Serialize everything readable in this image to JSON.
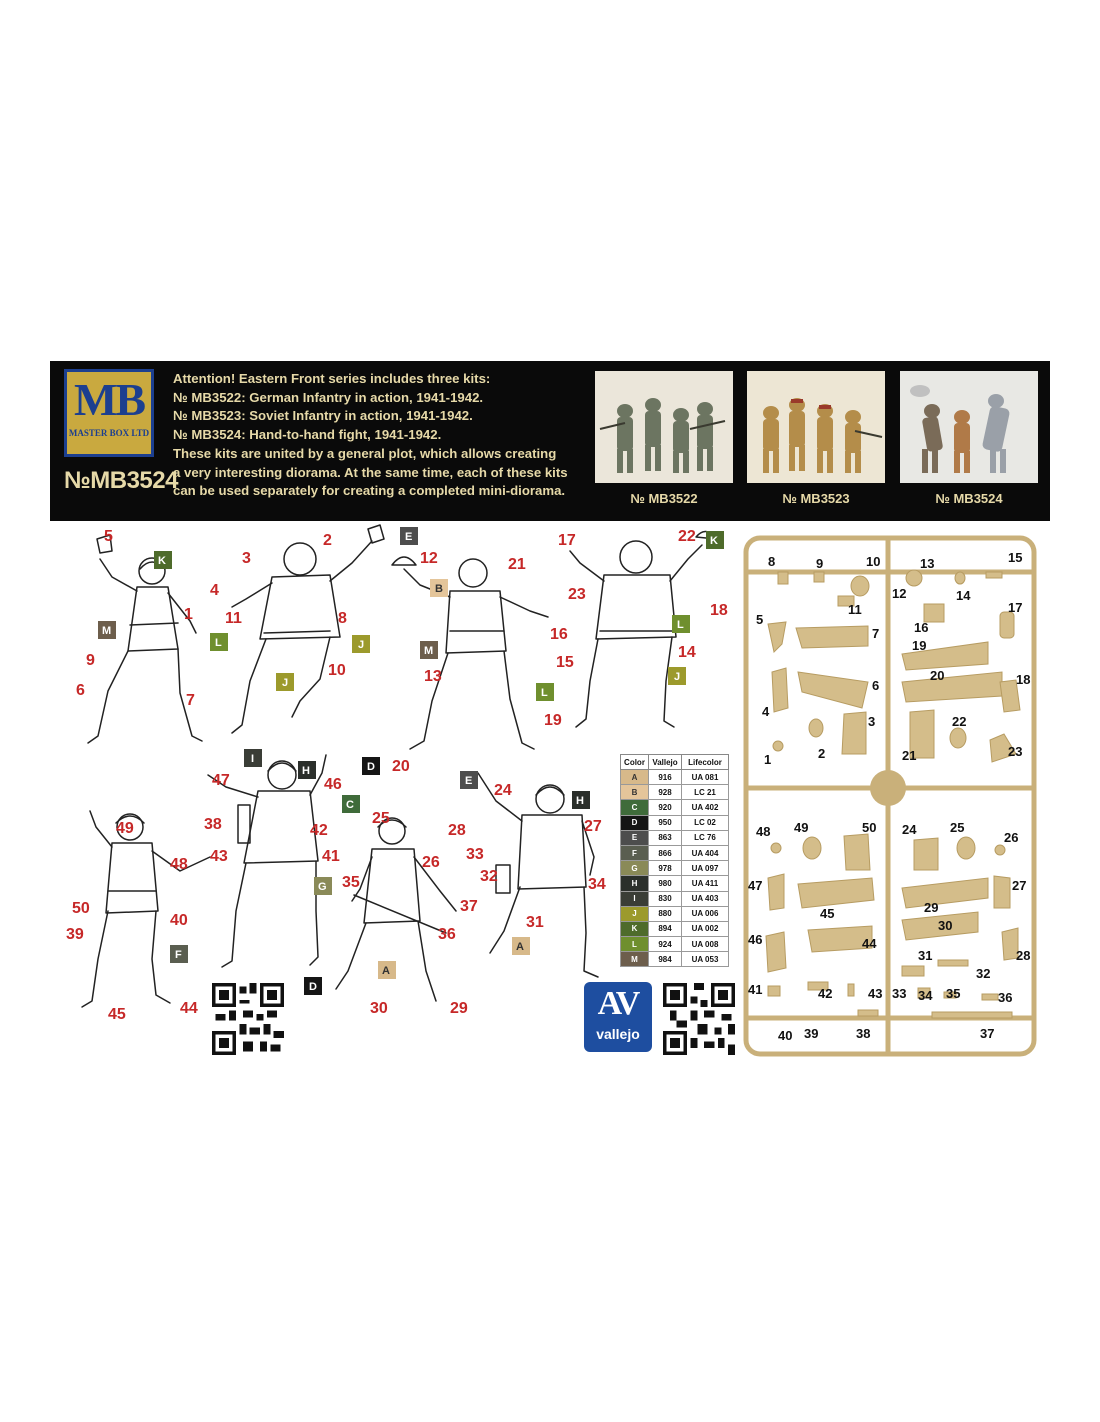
{
  "header": {
    "logo_text": "MB",
    "logo_sub": "MASTER BOX LTD",
    "kit_number": "№MB3524",
    "lines": [
      "Attention!  Eastern Front series includes three kits:",
      "№ MB3522: German Infantry in action, 1941-1942.",
      "№ MB3523: Soviet Infantry in action, 1941-1942.",
      "№ MB3524: Hand-to-hand fight, 1941-1942.",
      "These kits are united by a general plot, which allows creating",
      "a very interesting diorama. At the same time, each of these kits",
      "can be used separately for creating a completed mini-diorama."
    ],
    "kits": [
      {
        "caption": "№ MB3522"
      },
      {
        "caption": "№ MB3523"
      },
      {
        "caption": "№ MB3524"
      }
    ]
  },
  "figure_labels": [
    "1",
    "2",
    "3",
    "4",
    "5",
    "6",
    "7",
    "8",
    "9",
    "10",
    "11",
    "12",
    "13",
    "14",
    "15",
    "16",
    "17",
    "18",
    "19",
    "20",
    "21",
    "22",
    "23",
    "24",
    "25",
    "26",
    "27",
    "28",
    "29",
    "30",
    "31",
    "32",
    "33",
    "34",
    "35",
    "36",
    "37",
    "38",
    "39",
    "40",
    "41",
    "42",
    "43",
    "44",
    "45",
    "46",
    "47",
    "48",
    "49",
    "50"
  ],
  "color_table": {
    "headers": [
      "Color",
      "Vallejo",
      "Lifecolor"
    ],
    "rows": [
      {
        "code": "A",
        "vallejo": "916",
        "lifecolor": "UA 081",
        "hex": "#d7b98a"
      },
      {
        "code": "B",
        "vallejo": "928",
        "lifecolor": "LC 21",
        "hex": "#e4c59a"
      },
      {
        "code": "C",
        "vallejo": "920",
        "lifecolor": "UA 402",
        "hex": "#3f6b3a"
      },
      {
        "code": "D",
        "vallejo": "950",
        "lifecolor": "LC 02",
        "hex": "#151515"
      },
      {
        "code": "E",
        "vallejo": "863",
        "lifecolor": "LC 76",
        "hex": "#4d4d4d"
      },
      {
        "code": "F",
        "vallejo": "866",
        "lifecolor": "UA 404",
        "hex": "#5a5e50"
      },
      {
        "code": "G",
        "vallejo": "978",
        "lifecolor": "UA 097",
        "hex": "#8a8a58"
      },
      {
        "code": "H",
        "vallejo": "980",
        "lifecolor": "UA 411",
        "hex": "#2b2f2b"
      },
      {
        "code": "I",
        "vallejo": "830",
        "lifecolor": "UA 403",
        "hex": "#3a3d36"
      },
      {
        "code": "J",
        "vallejo": "880",
        "lifecolor": "UA 006",
        "hex": "#9c9a2c"
      },
      {
        "code": "K",
        "vallejo": "894",
        "lifecolor": "UA 002",
        "hex": "#4e6b2b"
      },
      {
        "code": "L",
        "vallejo": "924",
        "lifecolor": "UA 008",
        "hex": "#6f8f2e"
      },
      {
        "code": "M",
        "vallejo": "984",
        "lifecolor": "UA 053",
        "hex": "#6d5e4c"
      }
    ]
  },
  "vallejo_logo": {
    "big": "AV",
    "small": "vallejo"
  },
  "sprue_labels": [
    "1",
    "2",
    "3",
    "4",
    "5",
    "6",
    "7",
    "8",
    "9",
    "10",
    "11",
    "12",
    "13",
    "14",
    "15",
    "16",
    "17",
    "18",
    "19",
    "20",
    "21",
    "22",
    "23",
    "24",
    "25",
    "26",
    "27",
    "28",
    "29",
    "30",
    "31",
    "32",
    "33",
    "34",
    "35",
    "36",
    "37",
    "38",
    "39",
    "40",
    "41",
    "42",
    "43",
    "44",
    "45",
    "46",
    "47",
    "48",
    "49",
    "50"
  ],
  "colors": {
    "banner_bg": "#0a0a0a",
    "banner_text": "#e6d9a8",
    "label_red": "#c62828",
    "sprue": "#d4bd8a",
    "logo_bg": "#c9a93f",
    "logo_blue": "#1c3f8f"
  }
}
